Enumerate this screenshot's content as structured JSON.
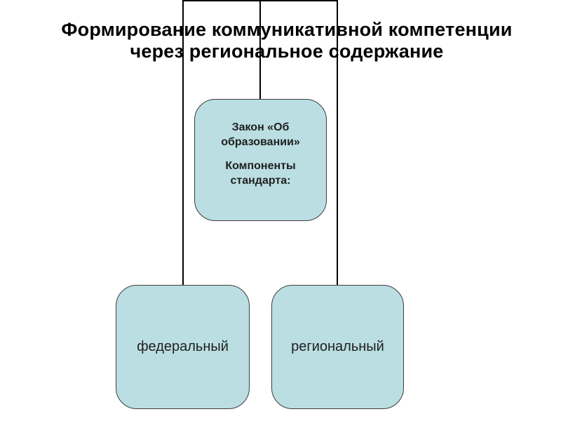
{
  "slide": {
    "background_color": "#ffffff",
    "title": {
      "line1": "Формирование коммуникативной компетенции",
      "line2": "через региональное содержание",
      "color": "#000000"
    },
    "diagram": {
      "box_fill_color": "#badee2",
      "box_border_color": "#3d3d3d",
      "connector_color": "#000000",
      "root_box": {
        "paragraph1": "Закон «Об образовании»",
        "paragraph2": "Компоненты стандарта:"
      },
      "leaf_boxes": [
        {
          "label": "федеральный"
        },
        {
          "label": "региональный"
        }
      ]
    }
  }
}
